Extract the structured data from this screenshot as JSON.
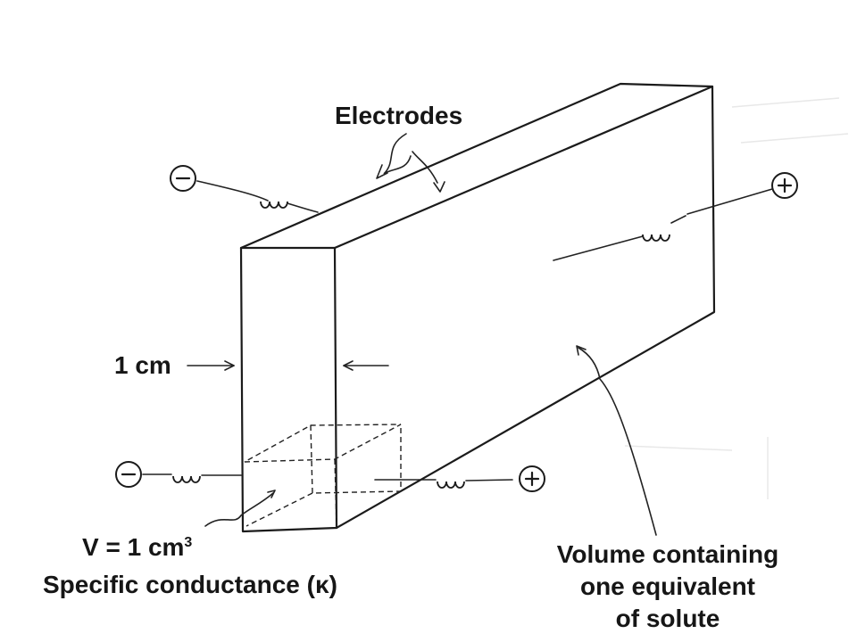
{
  "labels": {
    "electrodes": "Electrodes",
    "width": "1 cm",
    "volume_unit": "V = 1 cm",
    "volume_exp": "3",
    "specific_conductance": "Specific conductance (κ)",
    "volume_line1": "Volume containing",
    "volume_line2": "one equivalent",
    "volume_line3": "of solute"
  }
}
